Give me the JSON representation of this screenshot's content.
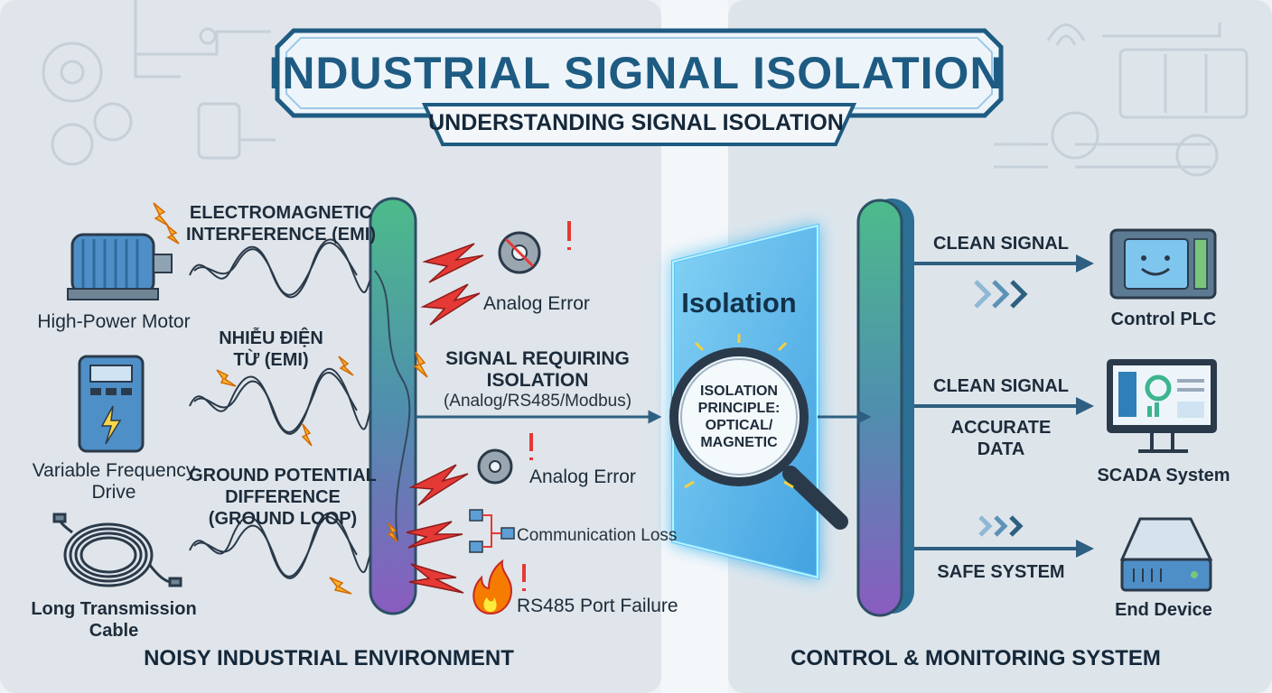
{
  "title": "INDUSTRIAL SIGNAL ISOLATION",
  "subtitle": "UNDERSTANDING SIGNAL ISOLATION",
  "sources": [
    {
      "label": "High-Power Motor",
      "icon": "motor-icon"
    },
    {
      "label": "Variable Frequency Drive",
      "icon": "vfd-icon"
    },
    {
      "label": "Long Transmission Cable",
      "icon": "cable-icon"
    }
  ],
  "interference": [
    {
      "label": "ELECTROMAGNETIC INTERFERENCE (EMI)"
    },
    {
      "label": "NHIỄU ĐIỆN TỪ (EMI)"
    },
    {
      "label": "GROUND POTENTIAL DIFFERENCE (GROUND LOOP)"
    }
  ],
  "errors": [
    {
      "label": "Analog Error",
      "icon": "broken-gear-icon"
    },
    {
      "label": "Analog Error",
      "icon": "gear-icon"
    },
    {
      "label": "Communication Loss",
      "icon": "network-icon"
    },
    {
      "label": "RS485 Port Failure",
      "icon": "fire-icon"
    }
  ],
  "signal": {
    "title": "SIGNAL REQUIRING ISOLATION",
    "detail": "(Analog/RS485/Modbus)"
  },
  "isolation": {
    "title": "Isolation",
    "principle": "ISOLATION PRINCIPLE: OPTICAL/ MAGNETIC"
  },
  "outputs": [
    {
      "arrow_label": "CLEAN SIGNAL",
      "device": "Control PLC",
      "icon": "plc-icon"
    },
    {
      "arrow_label": "CLEAN SIGNAL",
      "extra": "ACCURATE DATA",
      "device": "SCADA System",
      "icon": "monitor-icon"
    },
    {
      "arrow_label": "SAFE SYSTEM",
      "device": "End Device",
      "icon": "end-device-icon"
    }
  ],
  "footer": {
    "left": "NOISY INDUSTRIAL ENVIRONMENT",
    "right": "CONTROL & MONITORING SYSTEM"
  },
  "colors": {
    "accent": "#1e5b82",
    "glow": "#4fc3f7",
    "warning": "#e53935",
    "arrow": "#2e5f80"
  }
}
